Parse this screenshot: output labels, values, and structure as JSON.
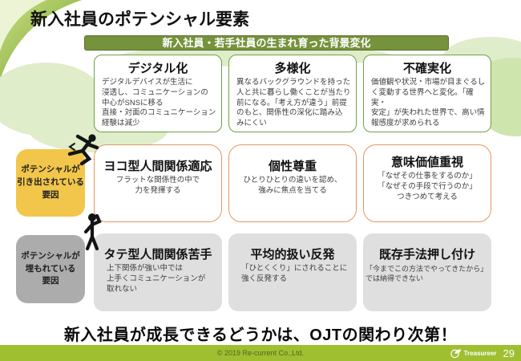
{
  "slide": {
    "title": "新入社員のポテンシャル要素",
    "banner": "新入社員・若手社員の生まれ育った背景変化",
    "bottom_message": "新入社員が成長できるどうかは、OJTの関わり次第！"
  },
  "background_row": [
    {
      "heading": "デジタル化",
      "body": "デジタルデバイスが生活に\n浸透し、コミュニケーションの\n中心がSNSに移る\n直接・対面のコミュニケーション\n経験は減少"
    },
    {
      "heading": "多様化",
      "body": "異なるバックグラウンドを持った\n人と共に暮らし働くことが当たり\n前になる。「考え方が違う」前提\nのもと、関係性の深化に踏み込\nみにくい"
    },
    {
      "heading": "不確実化",
      "body": "価値観や状況・市場が目まぐるし\nく変動する世界へと変化。「確実・\n安定」が失われた世界で、高い情\n報感度が求められる"
    }
  ],
  "row_labels": {
    "drawn_out": "ポテンシャルが\n引き出されている\n要因",
    "buried": "ポテンシャルが\n埋もれている\n要因"
  },
  "drawn_out_row": [
    {
      "heading": "ヨコ型人間関係適応",
      "body": "フラットな関係性の中で\n力を発揮する"
    },
    {
      "heading": "個性尊重",
      "body": "ひとりひとりの違いを認め、\n強みに焦点を当てる"
    },
    {
      "heading": "意味価値重視",
      "body": "「なぜその仕事をするのか」\n「なぜその手段で行うのか」\nつきつめて考える"
    }
  ],
  "buried_row": [
    {
      "heading": "タテ型人間関係苦手",
      "body": "上下関係が強い中では\n上手くコミュニケーションが\n取れない"
    },
    {
      "heading": "平均的扱い反発",
      "body": "「ひとくくり」にされることに\n強く反発する"
    },
    {
      "heading": "既存手法押し付け",
      "body": "「今までこの方法でやってきたから」\nでは納得できない"
    }
  ],
  "footer": {
    "copyright": "© 2019 Re-current Co.,Ltd.",
    "brand": "Treasureer",
    "page_number": "29"
  },
  "colors": {
    "banner_green": "#76923C",
    "box_border_green": "#6FA043",
    "box_border_orange": "#E8955F",
    "label_yellow": "#F2C64B",
    "label_gray": "#ACACAC",
    "box_gray": "#DFDFDF",
    "footer_green": "#9FBF30",
    "blob_green": "#DFEDCB"
  }
}
